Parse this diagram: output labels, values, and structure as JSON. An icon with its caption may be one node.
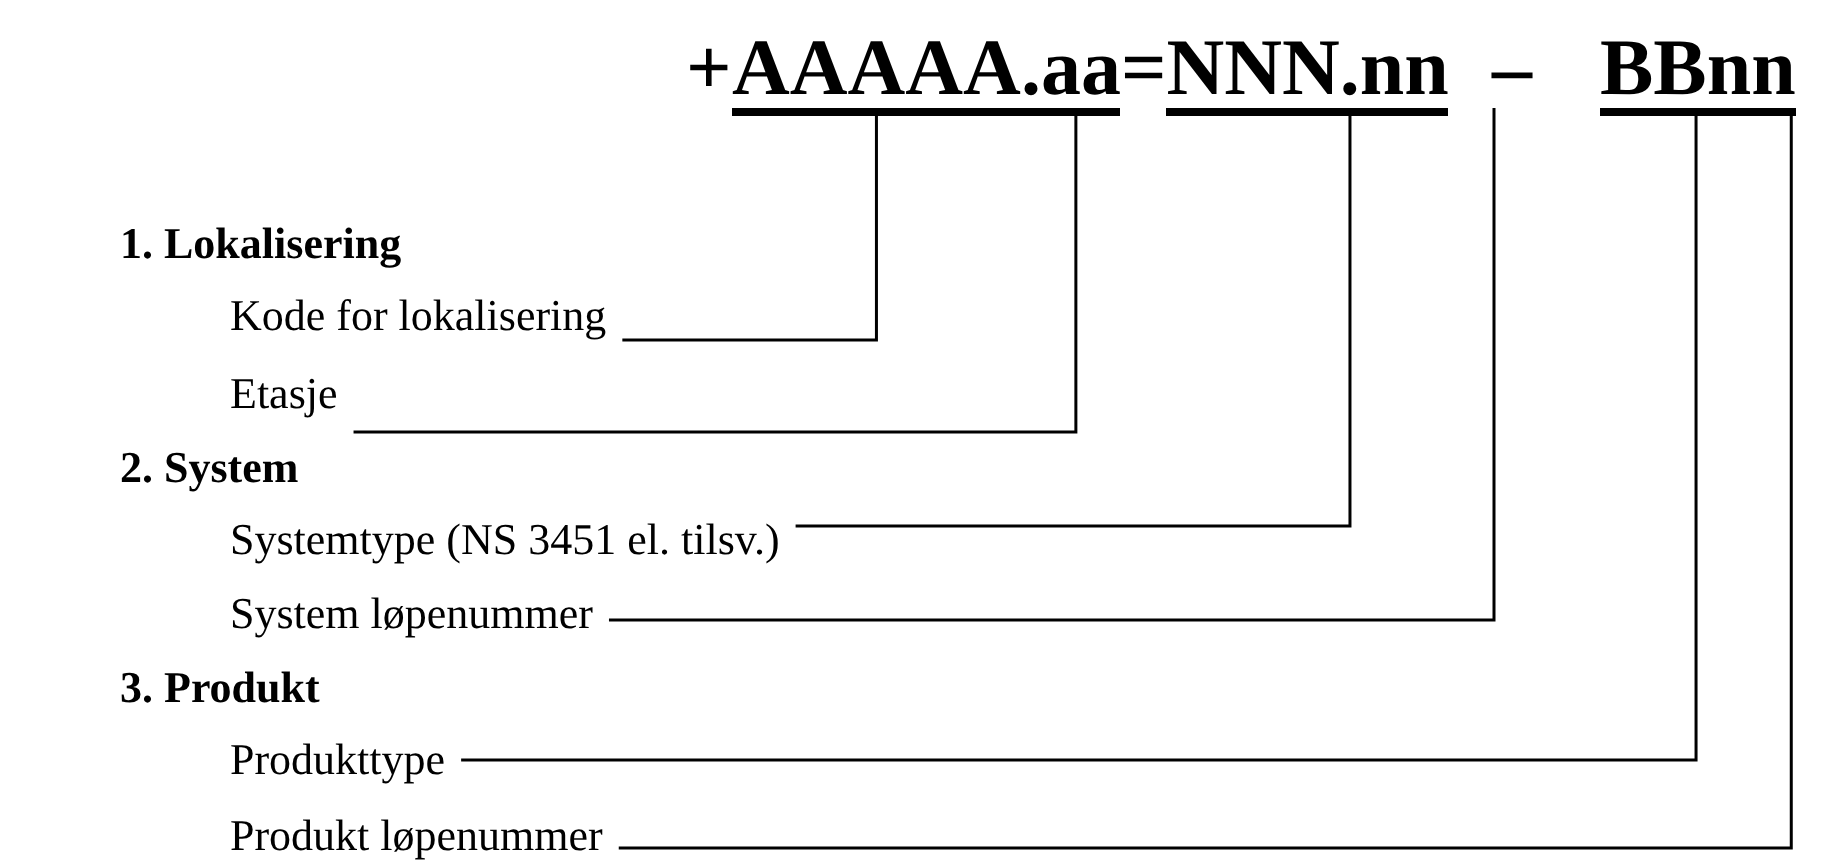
{
  "diagram": {
    "nodes": [
      {
        "text": [
          "AAAAA"
        ]
      },
      {
        "text": [
          ".aa"
        ]
      },
      {
        "text": [
          "NNN.nn"
        ]
      },
      {
        "text": [
          "–"
        ]
      },
      {
        "text": [
          "BB"
        ]
      },
      {
        "text": [
          "nn"
        ]
      },
      {
        "text": [
          "Kode for lokalisering"
        ]
      },
      {
        "text": [
          "Etasje"
        ]
      },
      {
        "text": [
          "Systemtype (NS 3451 el. tilsv.)"
        ]
      },
      {
        "text": [
          "System løpenummer"
        ]
      },
      {
        "text": [
          "Produkttype"
        ]
      },
      {
        "text": [
          "Produkt løpenummer"
        ]
      }
    ],
    "edges": [
      {
        "from": 6,
        "to": 0,
        "arrow": "none"
      },
      {
        "from": 7,
        "to": 1,
        "arrow": "none"
      },
      {
        "from": 8,
        "to": 2,
        "arrow": "none"
      },
      {
        "from": 9,
        "to": 3,
        "arrow": "none"
      },
      {
        "from": 10,
        "to": 4,
        "arrow": "none"
      },
      {
        "from": 11,
        "to": 5,
        "arrow": "none"
      }
    ],
    "labels": [
      "+",
      "=",
      "1. Lokalisering",
      "2. System",
      "3. Produkt"
    ]
  }
}
